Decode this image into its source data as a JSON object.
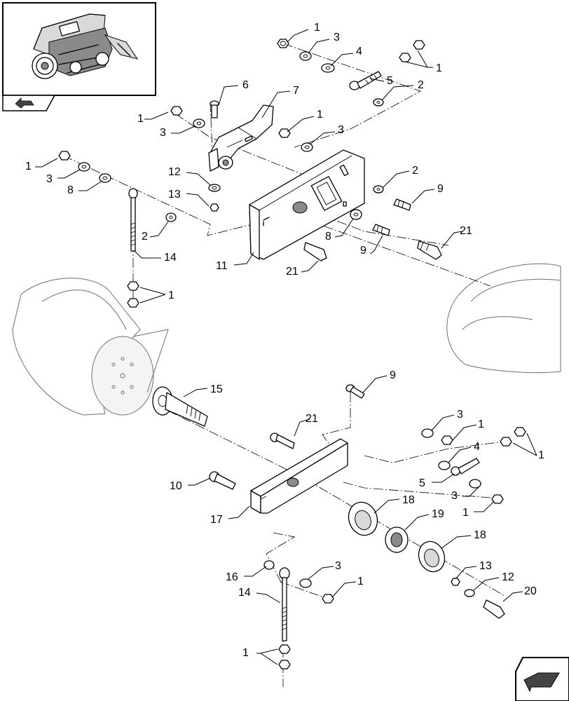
{
  "callouts": [
    {
      "id": "c1a",
      "text": "1"
    },
    {
      "id": "c3a",
      "text": "3"
    },
    {
      "id": "c4a",
      "text": "4"
    },
    {
      "id": "c1b",
      "text": "1"
    },
    {
      "id": "c5a",
      "text": "5"
    },
    {
      "id": "c2a",
      "text": "2"
    },
    {
      "id": "c6",
      "text": "6"
    },
    {
      "id": "c7",
      "text": "7"
    },
    {
      "id": "c1c",
      "text": "1"
    },
    {
      "id": "c3b",
      "text": "3"
    },
    {
      "id": "c1d",
      "text": "1"
    },
    {
      "id": "c3c",
      "text": "3"
    },
    {
      "id": "c1e",
      "text": "1"
    },
    {
      "id": "c3d",
      "text": "3"
    },
    {
      "id": "c8a",
      "text": "8"
    },
    {
      "id": "c12a",
      "text": "12"
    },
    {
      "id": "c13a",
      "text": "13"
    },
    {
      "id": "c2b",
      "text": "2"
    },
    {
      "id": "c9a",
      "text": "9"
    },
    {
      "id": "c2c",
      "text": "2"
    },
    {
      "id": "c14a",
      "text": "14"
    },
    {
      "id": "c8b",
      "text": "8"
    },
    {
      "id": "c9b",
      "text": "9"
    },
    {
      "id": "c21a",
      "text": "21"
    },
    {
      "id": "c11",
      "text": "11"
    },
    {
      "id": "c21b",
      "text": "21"
    },
    {
      "id": "c1f",
      "text": "1"
    },
    {
      "id": "c9c",
      "text": "9"
    },
    {
      "id": "c15",
      "text": "15"
    },
    {
      "id": "c21c",
      "text": "21"
    },
    {
      "id": "c3e",
      "text": "3"
    },
    {
      "id": "c1g",
      "text": "1"
    },
    {
      "id": "c4b",
      "text": "4"
    },
    {
      "id": "c1h",
      "text": "1"
    },
    {
      "id": "c5b",
      "text": "5"
    },
    {
      "id": "c3f",
      "text": "3"
    },
    {
      "id": "c1i",
      "text": "1"
    },
    {
      "id": "c10",
      "text": "10"
    },
    {
      "id": "c17",
      "text": "17"
    },
    {
      "id": "c18a",
      "text": "18"
    },
    {
      "id": "c19",
      "text": "19"
    },
    {
      "id": "c18b",
      "text": "18"
    },
    {
      "id": "c16",
      "text": "16"
    },
    {
      "id": "c3g",
      "text": "3"
    },
    {
      "id": "c13b",
      "text": "13"
    },
    {
      "id": "c14b",
      "text": "14"
    },
    {
      "id": "c1j",
      "text": "1"
    },
    {
      "id": "c12b",
      "text": "12"
    },
    {
      "id": "c20",
      "text": "20"
    },
    {
      "id": "c1k",
      "text": "1"
    }
  ],
  "icons": {
    "overview": "machine-overview-thumbnail",
    "prev": "previous-page-arrow-icon",
    "next": "next-page-arrow-icon"
  }
}
